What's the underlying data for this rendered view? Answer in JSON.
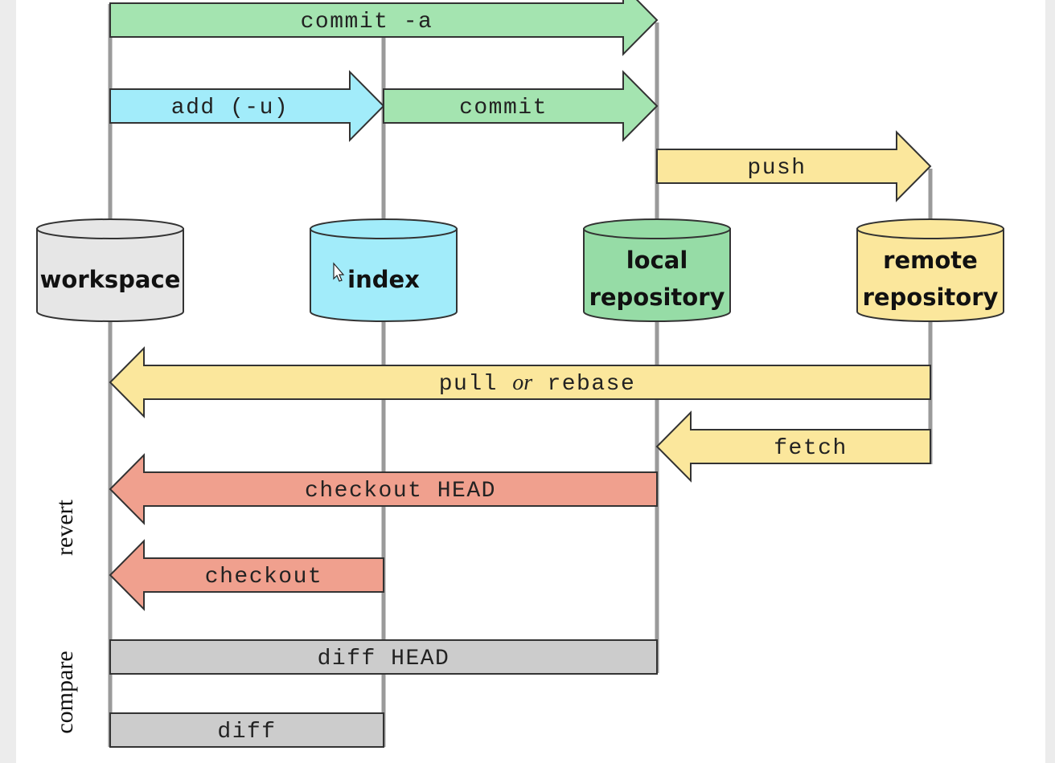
{
  "colors": {
    "green": "#a4e4b0",
    "cyan": "#a2ecfa",
    "yellow": "#fbe79c",
    "red": "#f0a08e",
    "gray": "#cccccc",
    "workspace": "#e6e6e6",
    "index": "#a2ecfa",
    "local": "#96dca6",
    "remote": "#fbe79c",
    "lane": "#9a9a9a",
    "outline": "#333333"
  },
  "stores": [
    {
      "id": "workspace",
      "lines": [
        "workspace"
      ],
      "color": "workspace"
    },
    {
      "id": "index",
      "lines": [
        "index"
      ],
      "color": "index"
    },
    {
      "id": "local-repository",
      "lines": [
        "local",
        "repository"
      ],
      "color": "local"
    },
    {
      "id": "remote-repository",
      "lines": [
        "remote",
        "repository"
      ],
      "color": "remote"
    }
  ],
  "commands": [
    {
      "id": "commit-a",
      "label": "commit -a",
      "from": 0,
      "to": 2,
      "color": "green"
    },
    {
      "id": "add-u",
      "label": "add (-u)",
      "from": 0,
      "to": 1,
      "color": "cyan"
    },
    {
      "id": "commit",
      "label": "commit",
      "from": 1,
      "to": 2,
      "color": "green"
    },
    {
      "id": "push",
      "label": "push",
      "from": 2,
      "to": 3,
      "color": "yellow"
    },
    {
      "id": "pull-or-rebase",
      "label": "pull",
      "label_em": "or",
      "label_tail": "rebase",
      "from": 3,
      "to": 0,
      "color": "yellow"
    },
    {
      "id": "fetch",
      "label": "fetch",
      "from": 3,
      "to": 2,
      "color": "yellow"
    },
    {
      "id": "checkout-head",
      "label": "checkout HEAD",
      "from": 2,
      "to": 0,
      "color": "red"
    },
    {
      "id": "checkout",
      "label": "checkout",
      "from": 1,
      "to": 0,
      "color": "red"
    },
    {
      "id": "diff-head",
      "label": "diff HEAD",
      "from": 0,
      "to": 2,
      "color": "gray",
      "bar": true
    },
    {
      "id": "diff",
      "label": "diff",
      "from": 0,
      "to": 1,
      "color": "gray",
      "bar": true
    }
  ],
  "groups": [
    {
      "id": "revert",
      "label": "revert"
    },
    {
      "id": "compare",
      "label": "compare"
    }
  ]
}
